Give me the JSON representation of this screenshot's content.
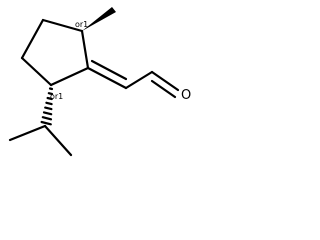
{
  "molecule": {
    "atoms": {
      "oxygen": "O"
    },
    "stereo_labels": {
      "top_stereocenter": "or1",
      "bottom_stereocenter": "or1"
    }
  }
}
